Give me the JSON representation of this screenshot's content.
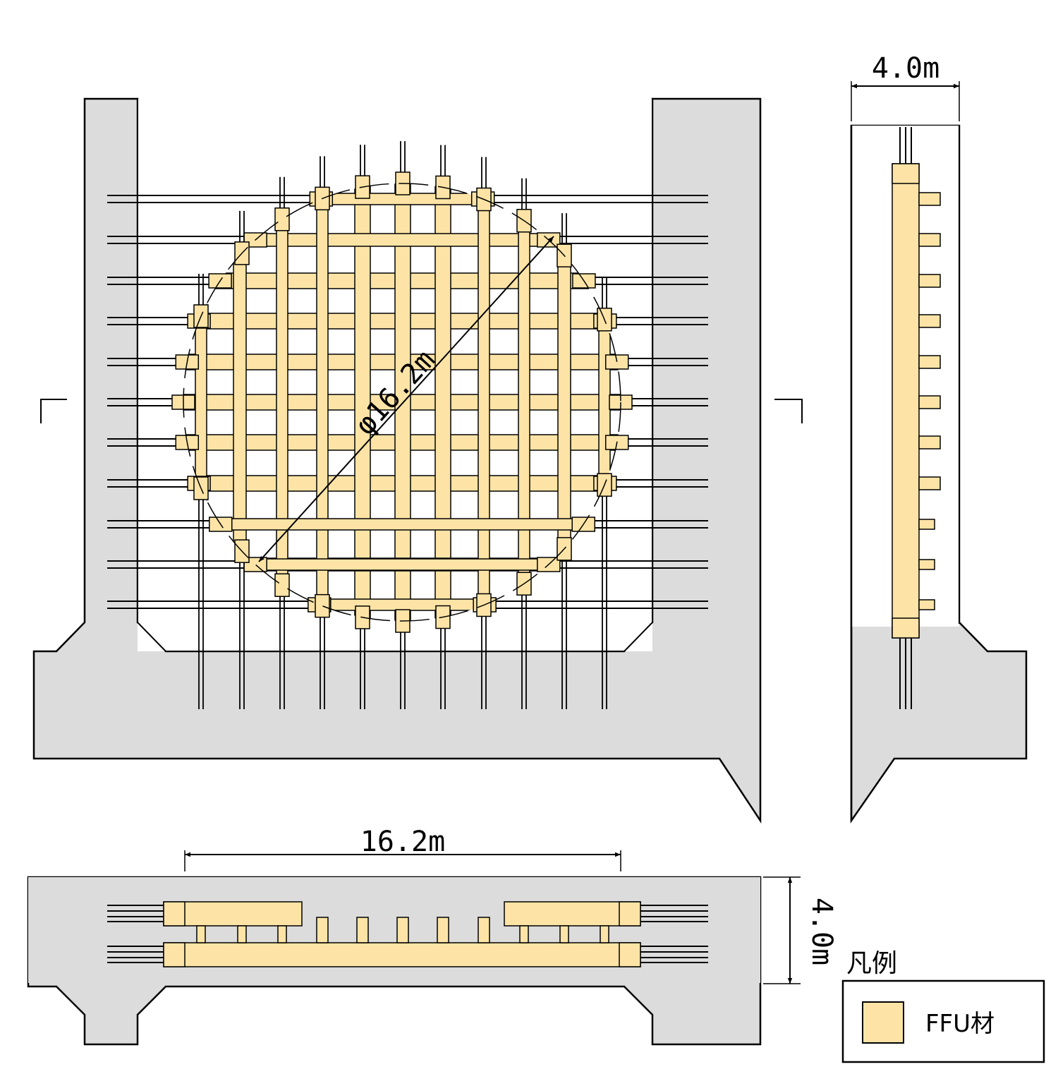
{
  "dimensions": {
    "diameter_label": "φ16.2m",
    "width_side_label": "4.0m",
    "width_bottom_label": "16.2m",
    "height_bottom_label": "4.0m"
  },
  "legend": {
    "title": "凡例",
    "item_label": "FFU材",
    "item_color": "#fde4a6"
  },
  "colors": {
    "concrete": "#dcdcdc",
    "ffu": "#fde4a6",
    "line": "#000000"
  }
}
